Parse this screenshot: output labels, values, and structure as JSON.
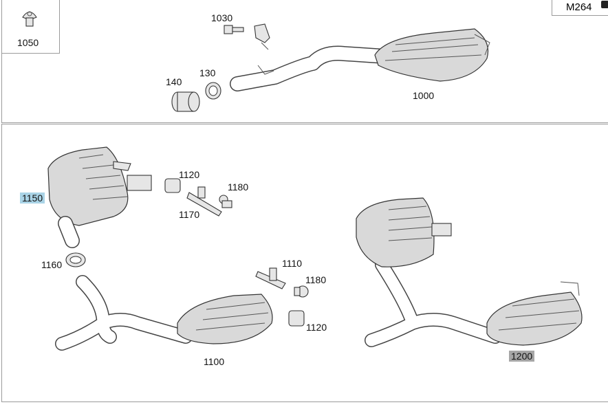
{
  "header": {
    "engine_code": "M264",
    "edit_icon": "edit-icon"
  },
  "inset": {
    "part_number": "1050",
    "icon": "screw-icon"
  },
  "top_section": {
    "labels": [
      "1030",
      "140",
      "130",
      "1000"
    ]
  },
  "bottom_section": {
    "labels": {
      "p1150": "1150",
      "p1120a": "1120",
      "p1180a": "1180",
      "p1170": "1170",
      "p1160": "1160",
      "p1110": "1110",
      "p1180b": "1180",
      "p1120b": "1120",
      "p1100": "1100",
      "p1200": "1200"
    }
  },
  "colors": {
    "highlight_blue": "#a9d3e6",
    "highlight_gray": "#a6a6a6"
  }
}
